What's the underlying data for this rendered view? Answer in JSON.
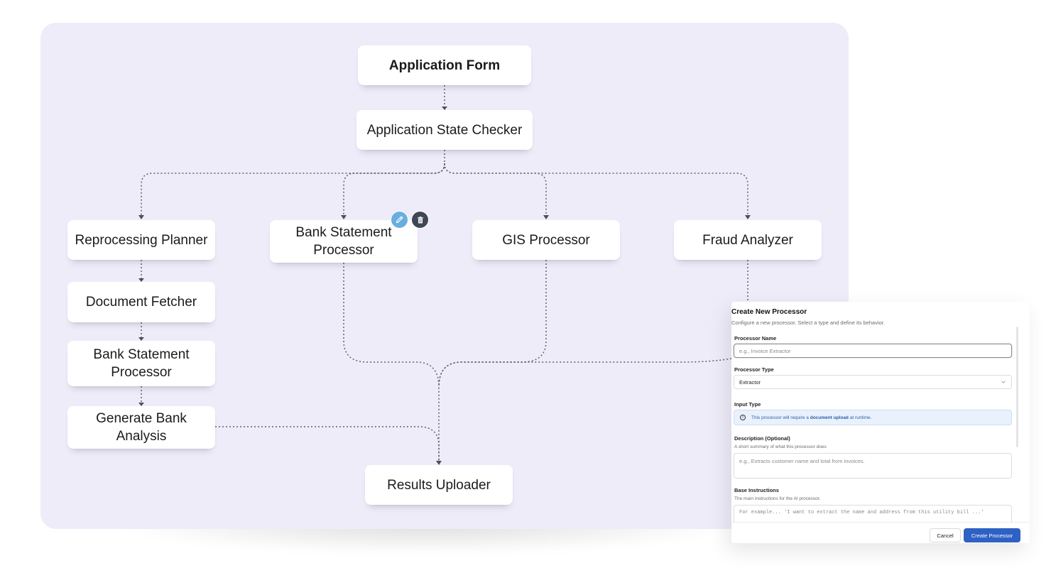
{
  "nodes": {
    "application_form": "Application Form",
    "application_state_checker": "Application State Checker",
    "reprocessing_planner": "Reprocessing Planner",
    "bank_statement_processor_top": "Bank Statement Processor",
    "gis_processor": "GIS Processor",
    "fraud_analyzer": "Fraud Analyzer",
    "document_fetcher": "Document Fetcher",
    "bank_statement_processor_left": "Bank Statement Processor",
    "generate_bank_analysis": "Generate Bank Analysis",
    "results_uploader": "Results Uploader"
  },
  "node_actions": {
    "edit_icon": "pencil-icon",
    "delete_icon": "trash-icon",
    "edit_color": "#6aaede",
    "delete_color": "#3f4654"
  },
  "dialog": {
    "title": "Create New Processor",
    "subtitle": "Configure a new processor. Select a type and define its behavior.",
    "name_label": "Processor Name",
    "name_placeholder": "e.g., Invoice Extractor",
    "type_label": "Processor Type",
    "type_value": "Extractor",
    "input_type_label": "Input Type",
    "input_type_info_prefix": "This processor will require a ",
    "input_type_info_bold": "document upload",
    "input_type_info_suffix": " at runtime.",
    "description_label": "Description (Optional)",
    "description_hint": "A short summary of what this processor does",
    "description_placeholder": "e.g., Extracts customer name and total from invoices.",
    "base_instructions_label": "Base Instructions",
    "base_instructions_hint": "The main instructions for the AI processor.",
    "base_instructions_placeholder": "For example... 'I want to extract the name and address from this utility bill ...'",
    "cancel_label": "Cancel",
    "create_label": "Create Processor",
    "accent_color": "#2e61c4"
  },
  "colors": {
    "canvas_background": "#eeecf9",
    "edge": "#5b5f74"
  }
}
